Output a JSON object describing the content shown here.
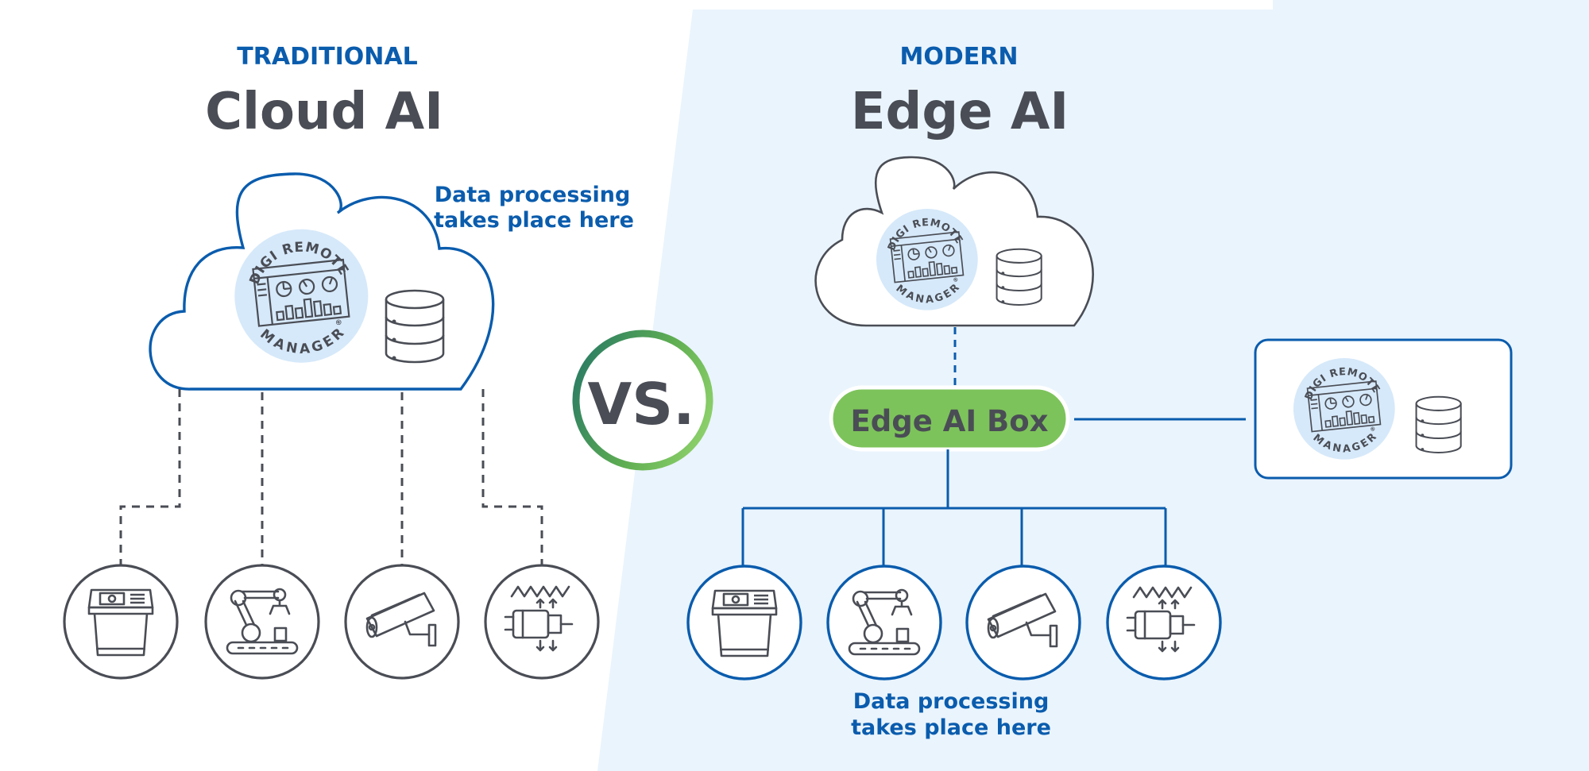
{
  "colors": {
    "brand_blue": "#0a5cad",
    "dark_text": "#4a4d55",
    "panel_bg": "#eaf4fd",
    "circle_fill": "#d6e9fa",
    "edge_box_green": "#7dc35b",
    "icon_stroke": "#4a4d55"
  },
  "left": {
    "tag": "TRADITIONAL",
    "title": "Cloud AI",
    "note_line1": "Data processing",
    "note_line2": "takes place here",
    "drm_top": "DIGI REMOTE",
    "drm_bottom": "MANAGER",
    "drm_mark": "®",
    "devices": [
      "kiosk-icon",
      "robot-arm-icon",
      "security-camera-icon",
      "vibration-motor-icon"
    ]
  },
  "center": {
    "vs_label": "VS."
  },
  "right": {
    "tag": "MODERN",
    "title": "Edge AI",
    "edge_box_label": "Edge AI Box",
    "note_line1": "Data processing",
    "note_line2": "takes place here",
    "drm_top": "DIGI REMOTE",
    "drm_bottom": "MANAGER",
    "drm_mark": "®",
    "devices": [
      "kiosk-icon",
      "robot-arm-icon",
      "security-camera-icon",
      "vibration-motor-icon"
    ]
  }
}
